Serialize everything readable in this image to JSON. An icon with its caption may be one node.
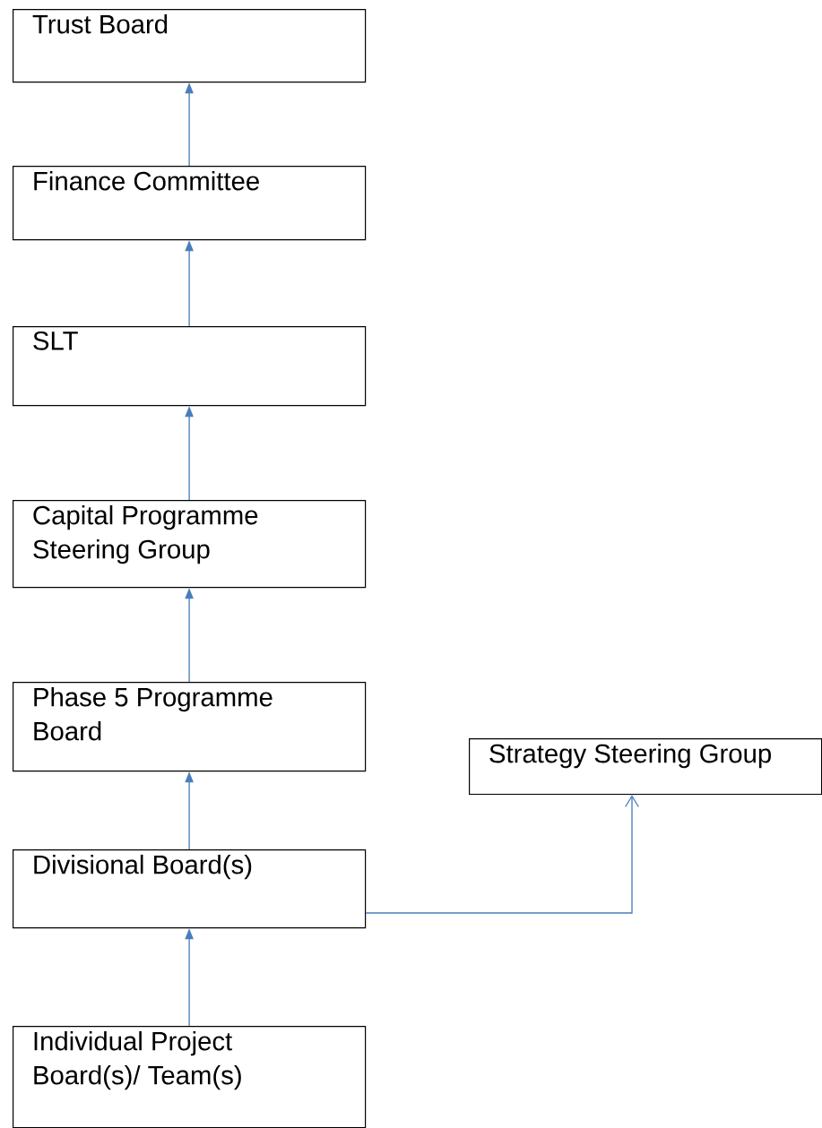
{
  "diagram": {
    "nodes": [
      {
        "text": [
          "Trust Board"
        ]
      },
      {
        "text": [
          "Finance Committee"
        ]
      },
      {
        "text": [
          "SLT"
        ]
      },
      {
        "text": [
          "Capital Programme Steering Group"
        ]
      },
      {
        "text": [
          "Phase 5 Programme Board"
        ]
      },
      {
        "text": [
          "Strategy Steering Group"
        ]
      },
      {
        "text": [
          "Divisional Board(s)"
        ]
      },
      {
        "text": [
          "Individual Project Board(s)/ Team(s)"
        ]
      }
    ],
    "edges": [
      {
        "from": 1,
        "to": 0,
        "arrow": "to"
      },
      {
        "from": 2,
        "to": 1,
        "arrow": "to"
      },
      {
        "from": 3,
        "to": 2,
        "arrow": "to"
      },
      {
        "from": 4,
        "to": 3,
        "arrow": "to"
      },
      {
        "from": 6,
        "to": 4,
        "arrow": "to"
      },
      {
        "from": 6,
        "to": 5,
        "arrow": "to"
      },
      {
        "from": 7,
        "to": 6,
        "arrow": "to"
      }
    ]
  }
}
